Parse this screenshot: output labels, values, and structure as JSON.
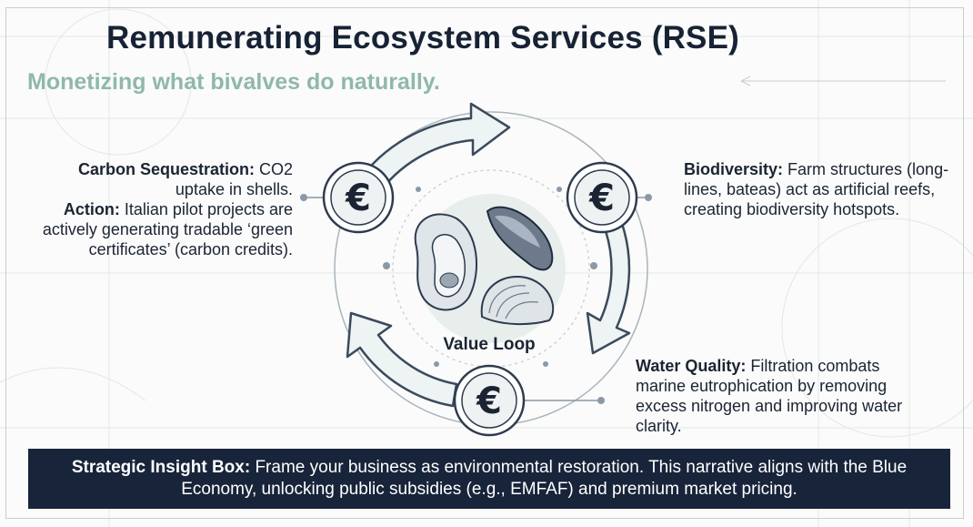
{
  "title": "Remunerating Ecosystem Services (RSE)",
  "subtitle": "Monetizing what bivalves do naturally.",
  "center_label": "Value Loop",
  "currency_symbol": "€",
  "blocks": {
    "carbon": {
      "label": "Carbon Sequestration:",
      "text": " CO2 uptake in shells."
    },
    "action": {
      "label": "Action:",
      "text": " Italian pilot projects are actively generating tradable ‘green certificates’ (carbon credits)."
    },
    "biodiversity": {
      "label": "Biodiversity:",
      "text": " Farm structures (long-lines, bateas) act as artificial reefs, creating biodiversity hotspots."
    },
    "water": {
      "label": "Water Quality:",
      "text": " Filtration combats marine eutrophication by removing excess nitrogen and improving water clarity."
    }
  },
  "insight": {
    "label": "Strategic Insight Box:",
    "text": " Frame your business as environmental restoration. This narrative aligns with the Blue Economy, unlocking public subsidies (e.g., EMFAF) and premium market pricing."
  },
  "colors": {
    "navy": "#18243a",
    "accent_teal": "#8fb8ab",
    "ring": "#e9efef",
    "ring_stroke": "#3b4a5c"
  },
  "icons": [
    "euro-coin-icon",
    "oyster-icon",
    "mussel-icon",
    "clam-icon",
    "cycle-arrow-icon"
  ]
}
